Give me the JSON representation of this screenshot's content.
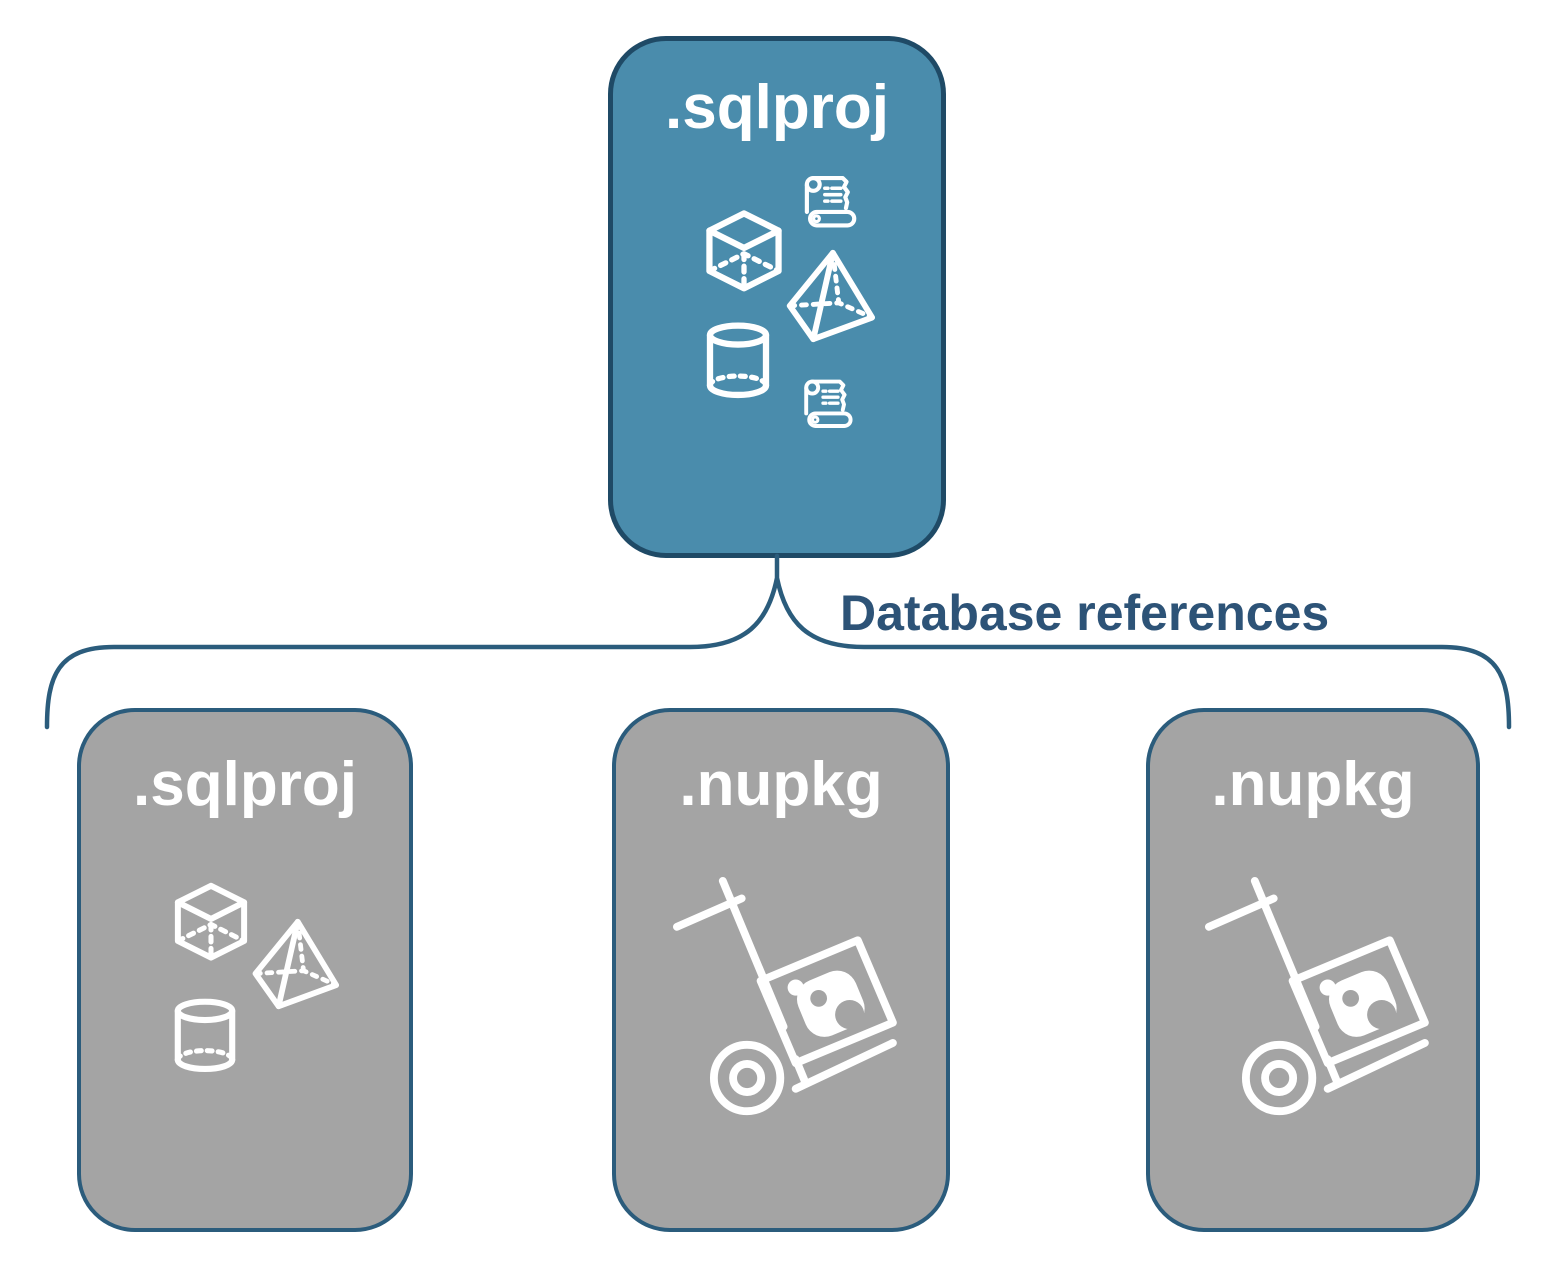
{
  "diagram": {
    "icon_stroke_color": "#FFFFFF",
    "root_node": {
      "label": ".sqlproj",
      "fill_color": "#4A8CAC",
      "border_color": "#1F4A66",
      "icons": [
        "scroll-icon",
        "cube-icon",
        "pyramid-icon",
        "cylinder-icon",
        "scroll-icon"
      ]
    },
    "connector": {
      "label": "Database references",
      "line_color": "#2B5C7C",
      "label_color": "#2D5377"
    },
    "child_nodes": [
      {
        "label": ".sqlproj",
        "fill_color": "#A4A4A4",
        "border_color": "#2B5C7C",
        "icons": [
          "cube-icon",
          "pyramid-icon",
          "cylinder-icon"
        ]
      },
      {
        "label": ".nupkg",
        "fill_color": "#A4A4A4",
        "border_color": "#2B5C7C",
        "icons": [
          "hand-truck-package-icon"
        ]
      },
      {
        "label": ".nupkg",
        "fill_color": "#A4A4A4",
        "border_color": "#2B5C7C",
        "icons": [
          "hand-truck-package-icon"
        ]
      }
    ]
  }
}
